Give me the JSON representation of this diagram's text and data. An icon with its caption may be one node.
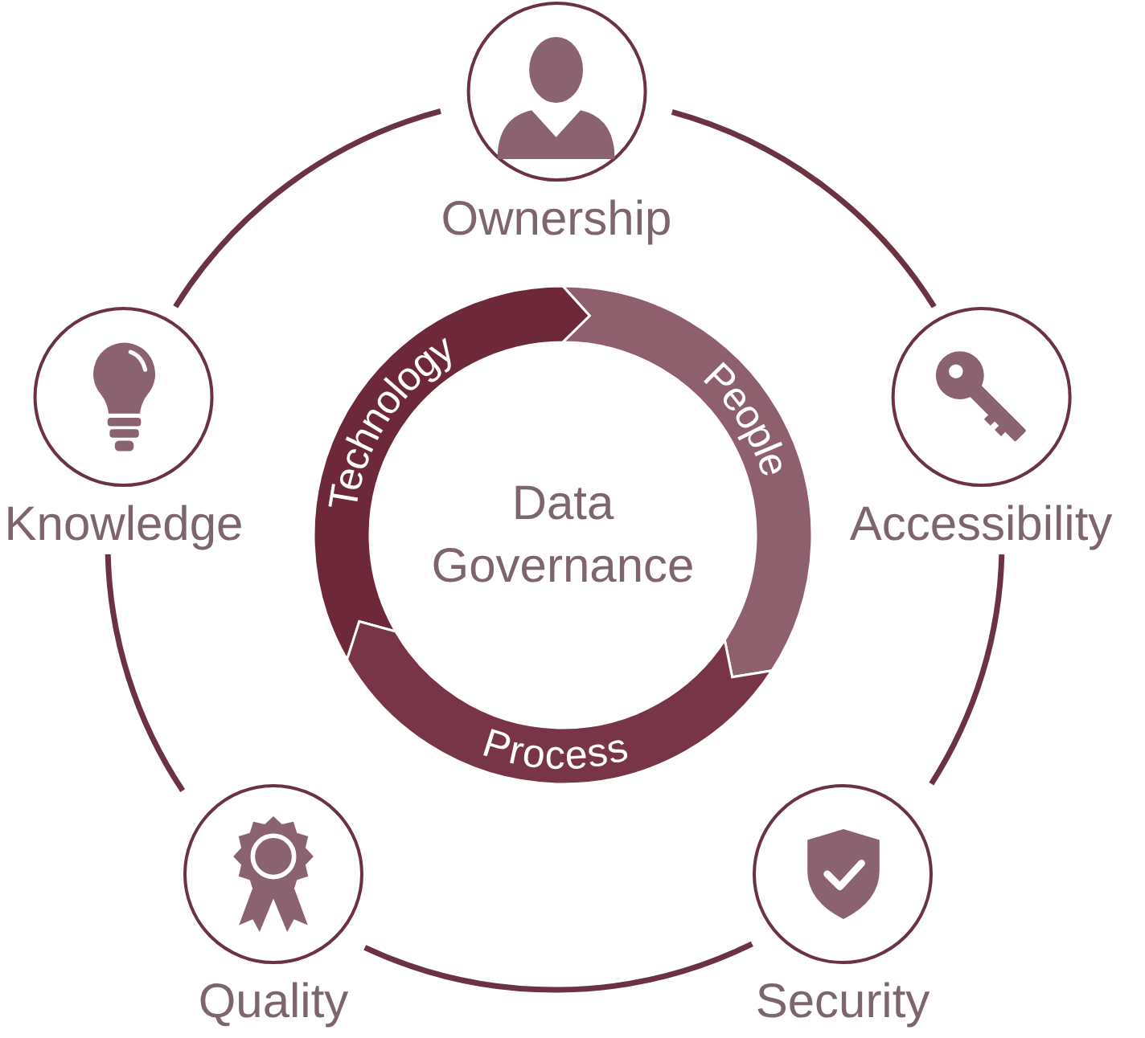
{
  "diagram": {
    "nodes": [
      {
        "text": [
          "Ownership"
        ]
      },
      {
        "text": [
          "Accessibility"
        ]
      },
      {
        "text": [
          "Security"
        ]
      },
      {
        "text": [
          "Quality"
        ]
      },
      {
        "text": [
          "Knowledge"
        ]
      },
      {
        "text": [
          "Technology"
        ]
      },
      {
        "text": [
          "People"
        ]
      },
      {
        "text": [
          "Process"
        ]
      }
    ],
    "edges": [
      {
        "from": 0,
        "to": 1,
        "arrow": "none"
      },
      {
        "from": 1,
        "to": 2,
        "arrow": "none"
      },
      {
        "from": 2,
        "to": 3,
        "arrow": "none"
      },
      {
        "from": 3,
        "to": 4,
        "arrow": "none"
      },
      {
        "from": 4,
        "to": 0,
        "arrow": "none"
      }
    ],
    "labels": [
      "Data Governance"
    ]
  }
}
